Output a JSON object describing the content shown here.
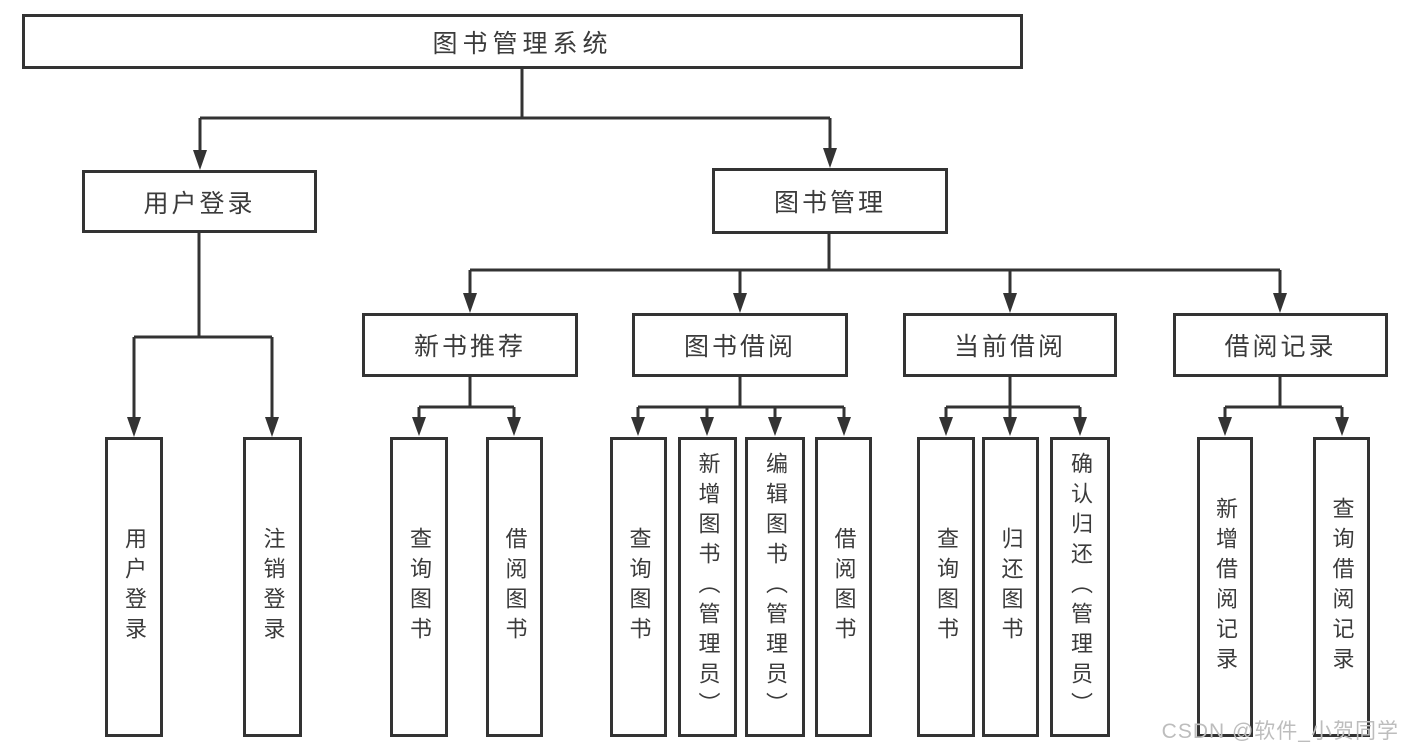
{
  "tree": {
    "root": "图书管理系统",
    "branches": [
      {
        "label": "用户登录",
        "children": [
          "用户登录",
          "注销登录"
        ]
      },
      {
        "label": "图书管理",
        "groups": [
          {
            "label": "新书推荐",
            "children": [
              "查询图书",
              "借阅图书"
            ]
          },
          {
            "label": "图书借阅",
            "children": [
              "查询图书",
              "新增图书（管理员）",
              "编辑图书（管理员）",
              "借阅图书"
            ]
          },
          {
            "label": "当前借阅",
            "children": [
              "查询图书",
              "归还图书",
              "确认归还（管理员）"
            ]
          },
          {
            "label": "借阅记录",
            "children": [
              "新增借阅记录",
              "查询借阅记录"
            ]
          }
        ]
      }
    ]
  },
  "watermark": {
    "text": "CSDN @软件_小贺同学"
  },
  "colors": {
    "line": "#333333",
    "text": "#3b3b3b",
    "watermark": "#bdbdbd",
    "background": "#ffffff"
  }
}
